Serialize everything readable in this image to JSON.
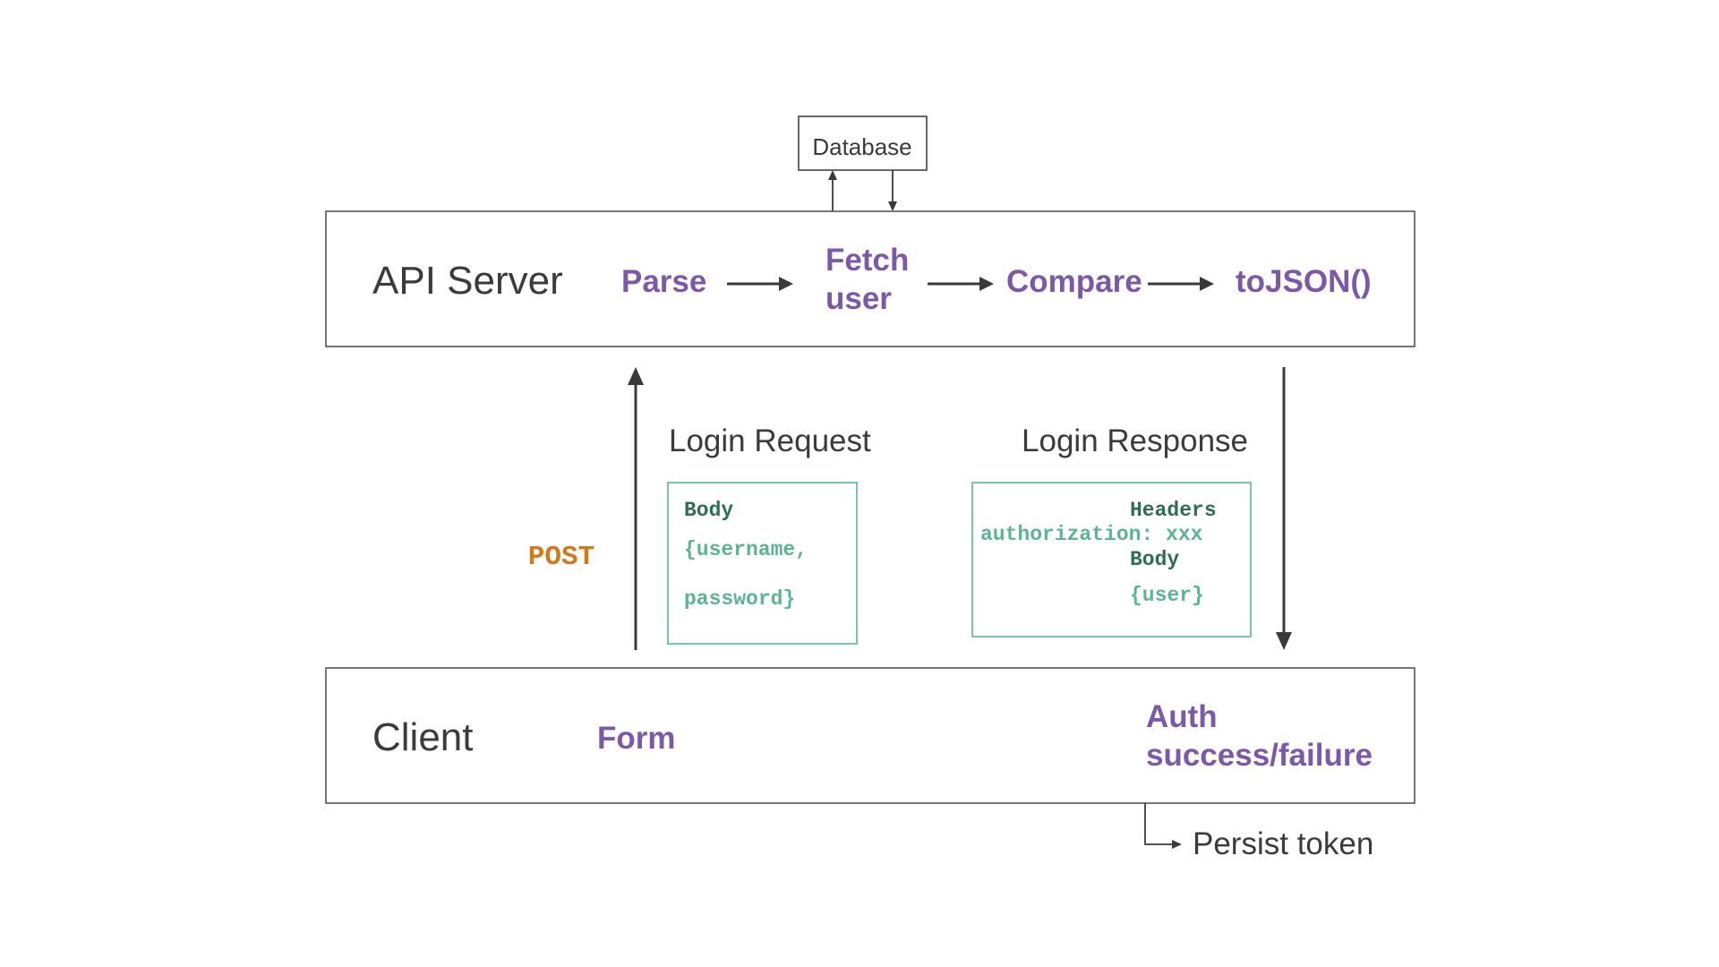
{
  "database": {
    "label": "Database"
  },
  "server": {
    "title": "API Server",
    "steps": {
      "parse": "Parse",
      "fetch_line1": "Fetch",
      "fetch_line2": "user",
      "compare": "Compare",
      "tojson": "toJSON()"
    }
  },
  "request": {
    "label": "Login Request",
    "method": "POST",
    "body_title": "Body",
    "body_line1": "{username,",
    "body_line2": "password}"
  },
  "response": {
    "label": "Login Response",
    "headers_title": "Headers",
    "headers_value": "authorization: xxx",
    "body_title": "Body",
    "body_value": "{user}"
  },
  "client": {
    "title": "Client",
    "form": "Form",
    "auth_line1": "Auth",
    "auth_line2": "success/failure"
  },
  "persist": {
    "label": "Persist token"
  },
  "colors": {
    "purple": "#7b59a6",
    "green": "#5ab592",
    "dark_green": "#2f6e52",
    "orange": "#cf7a1c",
    "dark": "#3b3b3b"
  }
}
